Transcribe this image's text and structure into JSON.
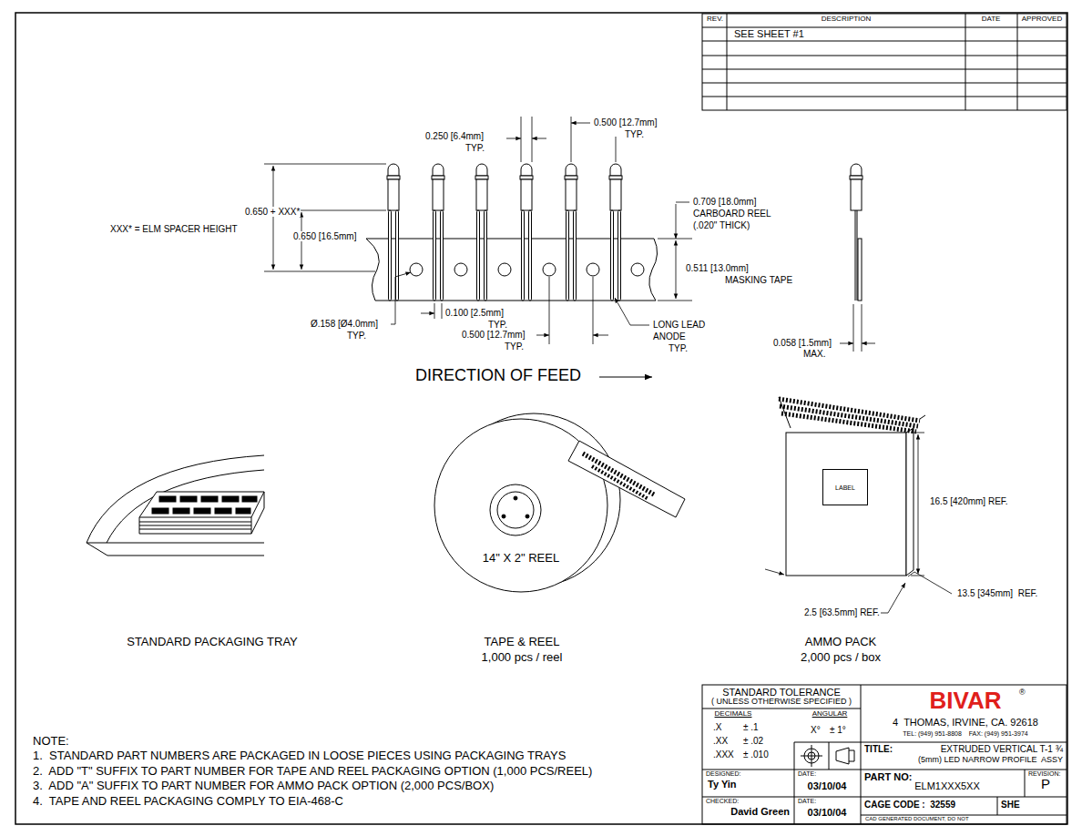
{
  "diagram": {
    "nodes": [
      {
        "text": [
          "LABEL"
        ]
      }
    ],
    "labels": [
      "REV.",
      "DESCRIPTION",
      "DATE",
      "APPROVED",
      "SEE SHEET #1",
      "0.250 [6.4mm]",
      "TYP.",
      "0.500 [12.7mm]",
      "TYP.",
      "0.650 + XXX*",
      "XXX* = ELM SPACER HEIGHT",
      "0.650 [16.5mm]",
      "0.709 [18.0mm]",
      "CARBOARD REEL",
      "(.020\" THICK)",
      "0.511 [13.0mm]",
      "MASKING TAPE",
      "Ø.158 [Ø4.0mm]",
      "TYP.",
      "0.100 [2.5mm]",
      "TYP.",
      "0.500 [12.7mm]",
      "TYP.",
      "LONG LEAD",
      "ANODE",
      "TYP.",
      "0.058 [1.5mm]",
      "MAX.",
      "DIRECTION OF FEED",
      "14\" X 2\" REEL",
      "16.5 [420mm] REF.",
      "13.5 [345mm]  REF.",
      "2.5 [63.5mm] REF.",
      "STANDARD PACKAGING TRAY",
      "TAPE & REEL",
      "1,000 pcs / reel",
      "AMMO PACK",
      "2,000 pcs / box",
      "NOTE:",
      "1.  STANDARD PART NUMBERS ARE PACKAGED IN LOOSE PIECES USING PACKAGING TRAYS",
      "2.  ADD \"T\" SUFFIX TO PART NUMBER FOR TAPE AND REEL PACKAGING OPTION (1,000 PCS/REEL)",
      "3.  ADD \"A\" SUFFIX TO PART NUMBER FOR AMMO PACK OPTION (2,000 PCS/BOX)",
      "4.  TAPE AND REEL PACKAGING COMPLY TO EIA-468-C",
      "STANDARD TOLERANCE",
      "( UNLESS OTHERWISE SPECIFIED )",
      "DECIMALS",
      "ANGULAR",
      ".X",
      "± .1",
      ".XX",
      "± .02",
      ".XXX",
      "± .010",
      "X°",
      "± 1°",
      "BIVAR",
      "®",
      "4  THOMAS, IRVINE, CA. 92618",
      "TEL: (949) 951-8808    FAX: (949) 951-3974",
      "TITLE:",
      "EXTRUDED VERTICAL T-1 ¾",
      "(5mm) LED NARROW PROFILE  ASSY",
      "DESIGNED:",
      "Ty Yin",
      "DATE:",
      "03/10/04",
      "CHECKED:",
      "David Green",
      "DATE:",
      "03/10/04",
      "PART NO:",
      "ELM1XXX5XX",
      "REVISION:",
      "P",
      "CAGE CODE :  32559",
      "SHE",
      "CAD GENERATED DOCUMENT, DO NOT"
    ]
  }
}
